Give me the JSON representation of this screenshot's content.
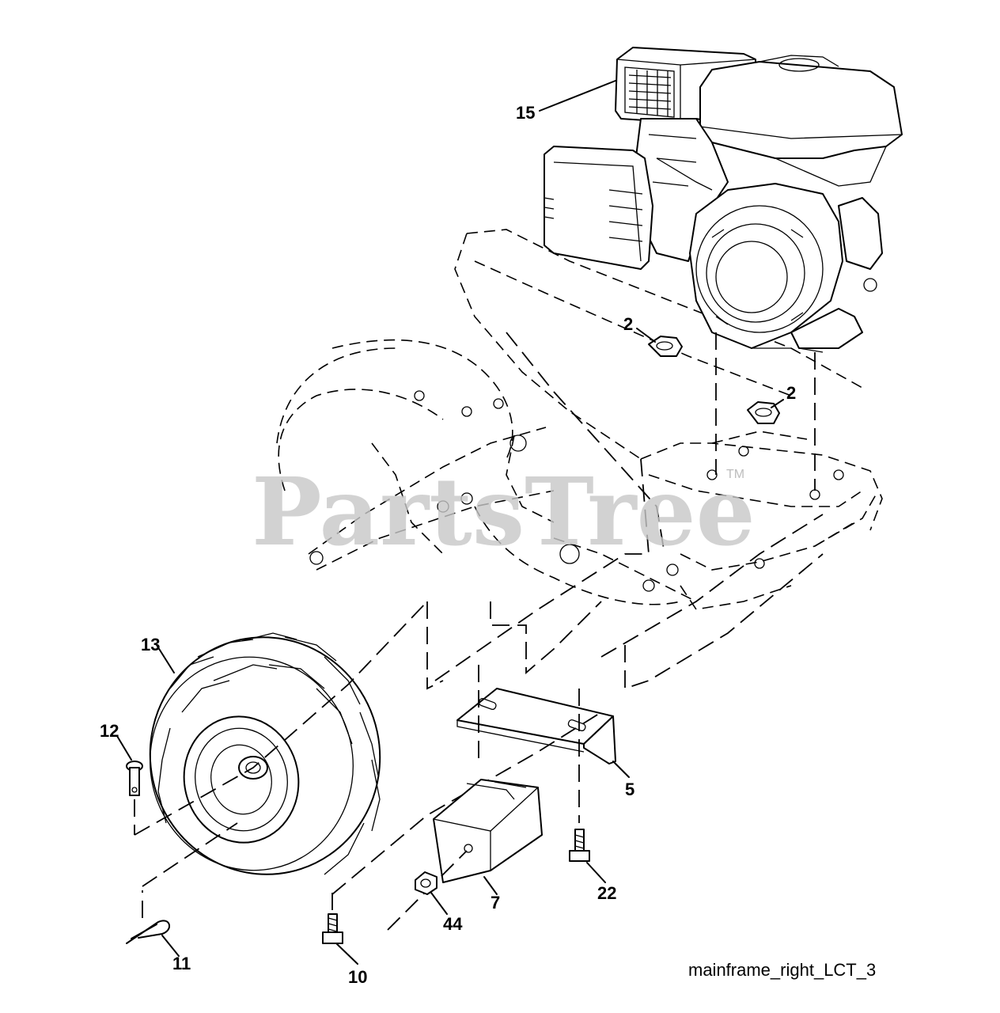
{
  "watermark": {
    "text": "PartsTree",
    "trademark": "TM"
  },
  "caption": "mainframe_right_LCT_3",
  "callouts": [
    {
      "id": "15",
      "label": "15"
    },
    {
      "id": "2a",
      "label": "2"
    },
    {
      "id": "2b",
      "label": "2"
    },
    {
      "id": "13",
      "label": "13"
    },
    {
      "id": "12",
      "label": "12"
    },
    {
      "id": "5",
      "label": "5"
    },
    {
      "id": "22",
      "label": "22"
    },
    {
      "id": "7",
      "label": "7"
    },
    {
      "id": "44",
      "label": "44"
    },
    {
      "id": "11",
      "label": "11"
    },
    {
      "id": "10",
      "label": "10"
    }
  ]
}
